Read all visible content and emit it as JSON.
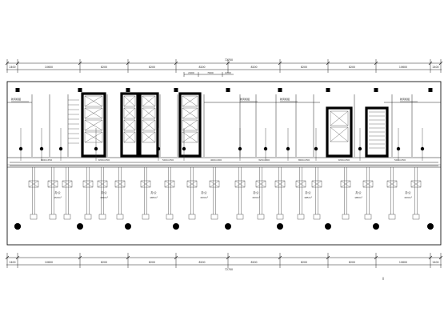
{
  "drawing": {
    "top_total_dimension": "72700",
    "bottom_total_dimension": "72700",
    "top_bay_dimensions": [
      "2400",
      "10600",
      "8200",
      "8200",
      "8200",
      "8200",
      "8200",
      "8200",
      "10600",
      "2400"
    ],
    "bottom_bay_dimensions": [
      "2400",
      "10600",
      "8200",
      "8200",
      "8200",
      "8200",
      "8200",
      "8200",
      "10600",
      "2400"
    ],
    "core_dimensions": [
      "2400",
      "7600",
      "2200"
    ],
    "room_labels": [
      "办公",
      "办公",
      "办公",
      "办公",
      "办公",
      "办公",
      "办公",
      "办公"
    ],
    "room_area_labels": [
      "153m²",
      "180m²",
      "185m²",
      "153m²",
      "153m²",
      "185m²",
      "185m²",
      "153m²"
    ],
    "equipment_tags": [
      "新风机组",
      "新风机组",
      "新风机组",
      "新风机组"
    ],
    "duct_sizes": [
      "800×250",
      "630×250",
      "500×250",
      "400×200",
      "320×200",
      "800×250",
      "630×250",
      "500×250"
    ],
    "legend_mark": "||"
  },
  "colors": {
    "line": "#222222",
    "wall": "#000000",
    "background": "#ffffff"
  }
}
